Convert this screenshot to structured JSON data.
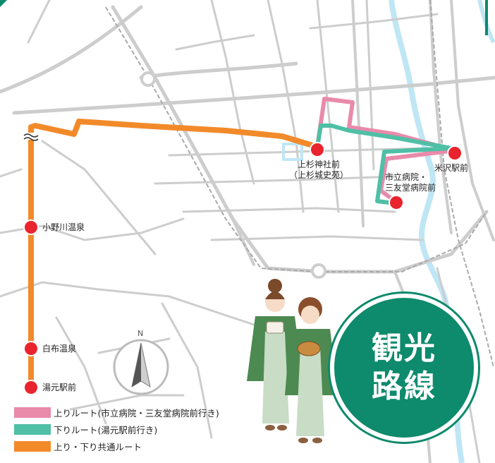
{
  "stations": {
    "uesugi_shrine": {
      "name": "上杉神社前",
      "sub": "（上杉城史苑）"
    },
    "yonezawa_station": {
      "name": "米沢駅前"
    },
    "city_hospital": {
      "name_line1": "市立病院・",
      "name_line2": "三友堂病院前"
    },
    "onogawa_onsen": {
      "name": "小野川温泉"
    },
    "shirabu_onsen": {
      "name": "白布温泉"
    },
    "yumoto_station": {
      "name": "湯元駅前"
    }
  },
  "compass": {
    "label": "N"
  },
  "legend": [
    {
      "label": "上りルート(市立病院・三友堂病院前行き)",
      "color": "#e98aaa"
    },
    {
      "label": "下りルート(湯元駅前行き)",
      "color": "#4fbfa6"
    },
    {
      "label": "上り・下り共通ルート",
      "color": "#f28a2a"
    }
  ],
  "badge": {
    "line1": "観光",
    "line2": "路線",
    "color": "#0e8a6c"
  },
  "colors": {
    "route_up": "#e98aaa",
    "route_down": "#4fbfa6",
    "route_common": "#f28a2a",
    "stop": "#e9242e",
    "road": "#c9c9c9",
    "river": "#bfe6f5",
    "accent": "#0e8a6c"
  },
  "icons": [
    "compass-icon",
    "break-mark-icon",
    "stop-marker-icon",
    "people-illustration"
  ]
}
